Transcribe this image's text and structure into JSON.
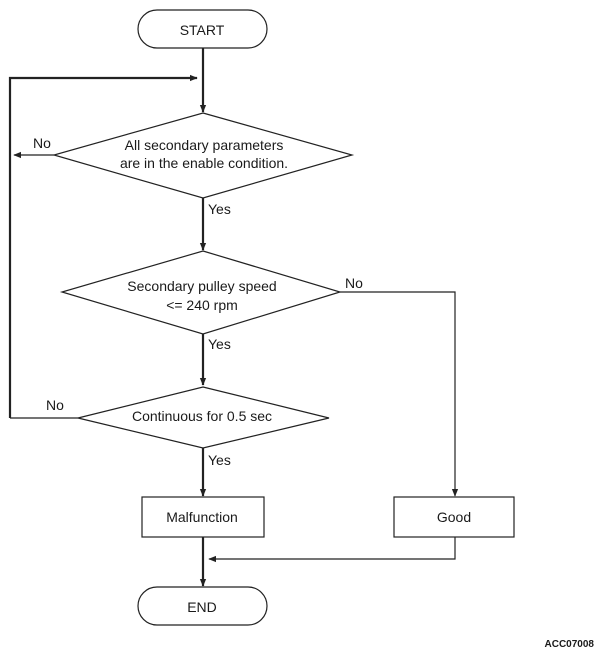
{
  "nodes": {
    "start": "START",
    "decision1": {
      "line1": "All secondary parameters",
      "line2": "are in the enable condition."
    },
    "decision2": {
      "line1": "Secondary pulley speed",
      "line2": "<= 240 rpm"
    },
    "decision3": "Continuous for 0.5 sec",
    "malfunction": "Malfunction",
    "good": "Good",
    "end": "END"
  },
  "branches": {
    "d1_no": "No",
    "d1_yes": "Yes",
    "d2_no": "No",
    "d2_yes": "Yes",
    "d3_no": "No",
    "d3_yes": "Yes"
  },
  "figure_code": "ACC07008"
}
